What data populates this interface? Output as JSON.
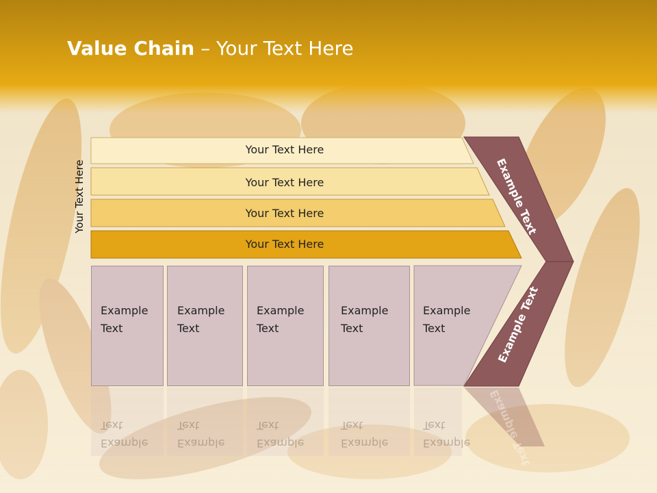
{
  "slide": {
    "title_bold": "Value Chain",
    "title_rest": " – Your Text Here",
    "vertical_label": "Your Text Here",
    "bars": [
      {
        "label": "Your Text Here"
      },
      {
        "label": "Your Text Here"
      },
      {
        "label": "Your Text Here"
      },
      {
        "label": "Your Text Here"
      }
    ],
    "boxes": [
      {
        "line1": "Example",
        "line2": "Text"
      },
      {
        "line1": "Example",
        "line2": "Text"
      },
      {
        "line1": "Example",
        "line2": "Text"
      },
      {
        "line1": "Example",
        "line2": "Text"
      },
      {
        "line1": "Example",
        "line2": "Text"
      }
    ],
    "chevron_upper": "Example Text",
    "chevron_lower": "Example Text"
  },
  "colors": {
    "header": "#d9a21a",
    "bar1": "#fcefc8",
    "bar2": "#f9e3a3",
    "bar3": "#f3cd6e",
    "bar4": "#e3a416",
    "box": "#d6c2c4",
    "chevron": "#8e5a5c"
  }
}
